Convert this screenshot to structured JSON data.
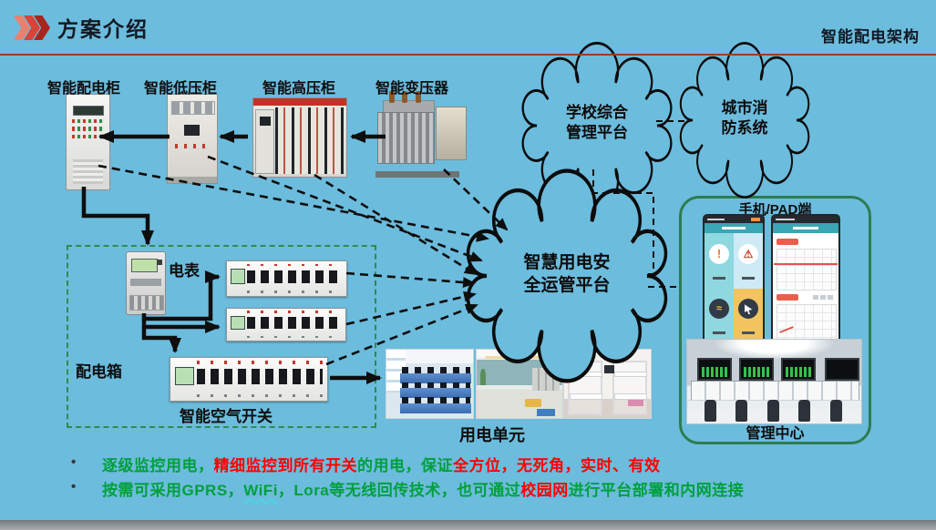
{
  "header": {
    "title": "方案介绍",
    "corner_title": "智能配电架构"
  },
  "equipment": {
    "distribution_cabinet": "智能配电柜",
    "low_voltage_cabinet": "智能低压柜",
    "high_voltage_cabinet": "智能高压柜",
    "transformer": "智能变压器"
  },
  "clouds": {
    "school": {
      "line1": "学校综合",
      "line2": "管理平台"
    },
    "fire": {
      "line1": "城市消",
      "line2": "防系统"
    },
    "platform": {
      "line1": "智慧用电安",
      "line2": "全运管平台"
    }
  },
  "distribution_box": {
    "meter_label": "电表",
    "box_label": "配电箱",
    "air_switch_label": "智能空气开关"
  },
  "units_label": "用电单元",
  "panel": {
    "title": "手机/PAD端",
    "center_label": "管理中心"
  },
  "bullets": [
    {
      "marker": "•",
      "segments": [
        {
          "text": "逐级监控用电，",
          "color": "green"
        },
        {
          "text": "精细监控到所有开关",
          "color": "red"
        },
        {
          "text": "的用电，保证",
          "color": "green"
        },
        {
          "text": "全方位，无死角，实时、有效",
          "color": "red"
        }
      ]
    },
    {
      "marker": "•",
      "segments": [
        {
          "text": "按需可采用GPRS，",
          "color": "green"
        },
        {
          "text": "WiFi",
          "color": "green",
          "wavy": true
        },
        {
          "text": "，Lora等无线回传技术，也可通过",
          "color": "green"
        },
        {
          "text": "校园网",
          "color": "red"
        },
        {
          "text": "进行平台部署和内网连接",
          "color": "green"
        }
      ]
    }
  ],
  "colors": {
    "background": "#6cbcdd",
    "header_underline": "#9c3a31",
    "green_text": "#00a03c",
    "red_text": "#fe0000",
    "panel_border": "#2d7c50",
    "dashed_box_border": "#2f8b4f"
  }
}
